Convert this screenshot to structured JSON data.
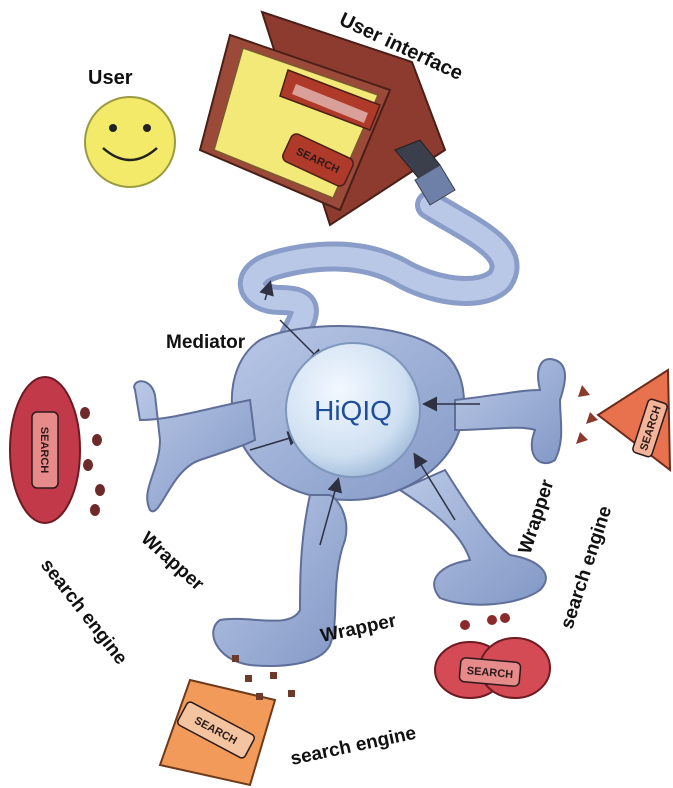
{
  "labels": {
    "user": "User",
    "user_interface": "User interface",
    "mediator": "Mediator",
    "hiqiq": "HiQIQ",
    "wrapper_left": "Wrapper",
    "wrapper_bottom": "Wrapper",
    "wrapper_right": "Wrapper",
    "search_engine_left": "search engine",
    "search_engine_bottom": "search engine",
    "search_engine_right": "search engine"
  },
  "buttons": {
    "ui_search": "SEARCH",
    "left_engine_search": "SEARCH",
    "bottom_left_engine_search": "SEARCH",
    "bottom_right_engine_search": "SEARCH",
    "right_engine_search": "SEARCH"
  },
  "colors": {
    "mediator_body": "#9db1d6",
    "hiqiq_sphere": "#d6e6f7",
    "user_face": "#f3ea6a",
    "ui_panel": "#f2e978",
    "ui_frame": "#9b4a3a",
    "engine_left": "#c23a4a",
    "engine_triangle": "#e8724e",
    "engine_square": "#f29a5a",
    "engine_peanut": "#d44a55"
  },
  "icons": [
    "smiley-face-icon",
    "connector-plug-icon"
  ]
}
